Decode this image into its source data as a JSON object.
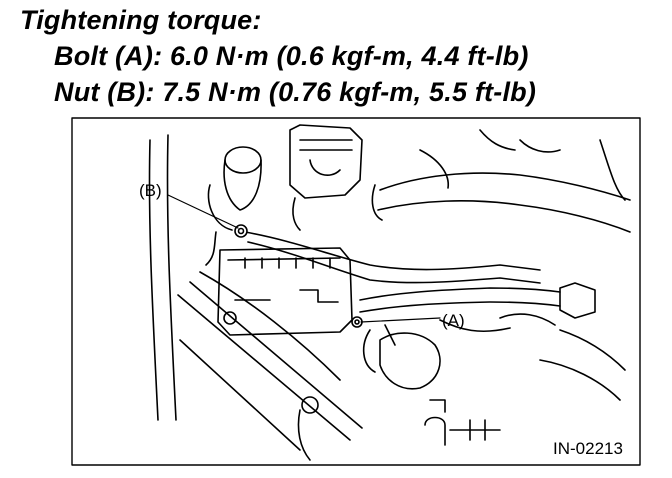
{
  "spec": {
    "heading": "Tightening torque:",
    "bolt": "Bolt (A): 6.0 N·m (0.6 kgf-m, 4.4 ft-lb)",
    "nut": "Nut (B): 7.5 N·m (0.76 kgf-m, 5.5 ft-lb)"
  },
  "figure": {
    "callout_a": "(A)",
    "callout_b": "(B)",
    "figure_id": "IN-02213"
  }
}
